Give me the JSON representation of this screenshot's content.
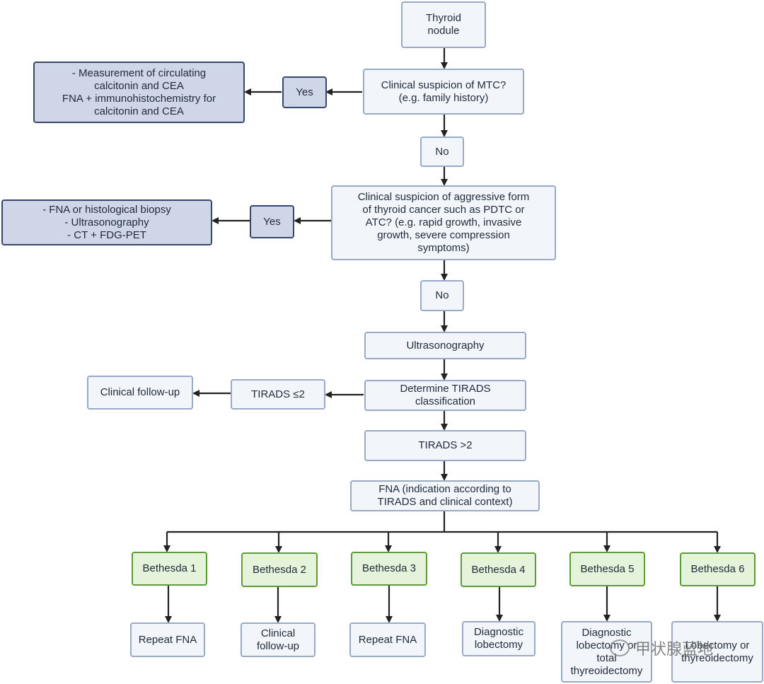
{
  "nodes": {
    "thyroid_nodule": [
      "Thyroid",
      "nodule"
    ],
    "mtc_question": [
      "Clinical suspicion of MTC?",
      "(e.g. family history)"
    ],
    "mtc_yes": [
      "Yes"
    ],
    "mtc_yes_action": [
      "- Measurement of circulating",
      "calcitonin and CEA",
      "FNA + immunohistochemistry for",
      "calcitonin and CEA"
    ],
    "mtc_no": [
      "No"
    ],
    "aggressive_question": [
      "Clinical suspicion of aggressive form",
      "of thyroid cancer such as PDTC or",
      "ATC? (e.g. rapid growth, invasive",
      "growth, severe compression",
      "symptoms)"
    ],
    "aggressive_yes": [
      "Yes"
    ],
    "aggressive_yes_action": [
      "- FNA or histological biopsy",
      "- Ultrasonography",
      "-  CT + FDG-PET"
    ],
    "aggressive_no": [
      "No"
    ],
    "ultrasonography": [
      "Ultrasonography"
    ],
    "tirads_determine": [
      "Determine TIRADS",
      "classification"
    ],
    "tirads_le2": [
      "TIRADS ≤2"
    ],
    "clinical_followup": [
      "Clinical follow-up"
    ],
    "tirads_gt2": [
      "TIRADS >2"
    ],
    "fna": [
      "FNA (indication according to",
      "TIRADS and clinical context)"
    ],
    "bethesda_1": [
      "Bethesda 1"
    ],
    "bethesda_2": [
      "Bethesda 2"
    ],
    "bethesda_3": [
      "Bethesda 3"
    ],
    "bethesda_4": [
      "Bethesda 4"
    ],
    "bethesda_5": [
      "Bethesda 5"
    ],
    "bethesda_6": [
      "Bethesda 6"
    ],
    "outcome_1": [
      "Repeat FNA"
    ],
    "outcome_2": [
      "Clinical",
      "follow-up"
    ],
    "outcome_3": [
      "Repeat FNA"
    ],
    "outcome_4": [
      "Diagnostic",
      "lobectomy"
    ],
    "outcome_5": [
      "Diagnostic",
      "lobectomy or",
      "total",
      "thyreoidectomy"
    ],
    "outcome_6": [
      "Lobectomy or",
      "thyreoidectomy"
    ]
  },
  "watermark": "甲状腺蓝地",
  "colors": {
    "light_fill": "#f2f6fb",
    "light_border": "#98aac6",
    "dark_fill": "#cfd6e8",
    "dark_border": "#37476b",
    "green_fill": "#e4f3da",
    "green_border": "#5e9a3a",
    "arrow": "#222222"
  }
}
